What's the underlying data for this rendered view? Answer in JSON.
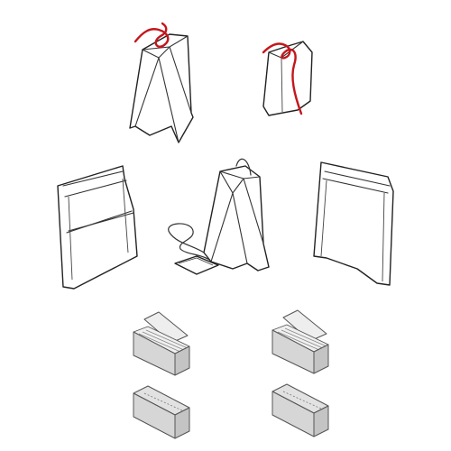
{
  "colors": {
    "string_red": "#c4161c",
    "outline": "#222222",
    "box_top": "#e2e2e2",
    "box_front": "#d6d6d6",
    "box_side": "#c4c4c4"
  },
  "items": [
    {
      "id": "pyramid-bag-red-string",
      "icon": "pyramid-tea-bag-icon"
    },
    {
      "id": "flat-sachet-red-string",
      "icon": "flat-tea-sachet-icon"
    },
    {
      "id": "flat-envelope-open",
      "icon": "flat-envelope-icon"
    },
    {
      "id": "pyramid-bag-with-tag",
      "icon": "pyramid-tea-bag-tag-icon"
    },
    {
      "id": "tall-envelope",
      "icon": "tall-envelope-icon"
    },
    {
      "id": "open-box-left",
      "icon": "open-tea-box-icon"
    },
    {
      "id": "open-box-right",
      "icon": "open-tea-box-icon"
    },
    {
      "id": "closed-box-left",
      "icon": "closed-tea-box-icon"
    },
    {
      "id": "closed-box-right",
      "icon": "closed-tea-box-icon"
    }
  ]
}
